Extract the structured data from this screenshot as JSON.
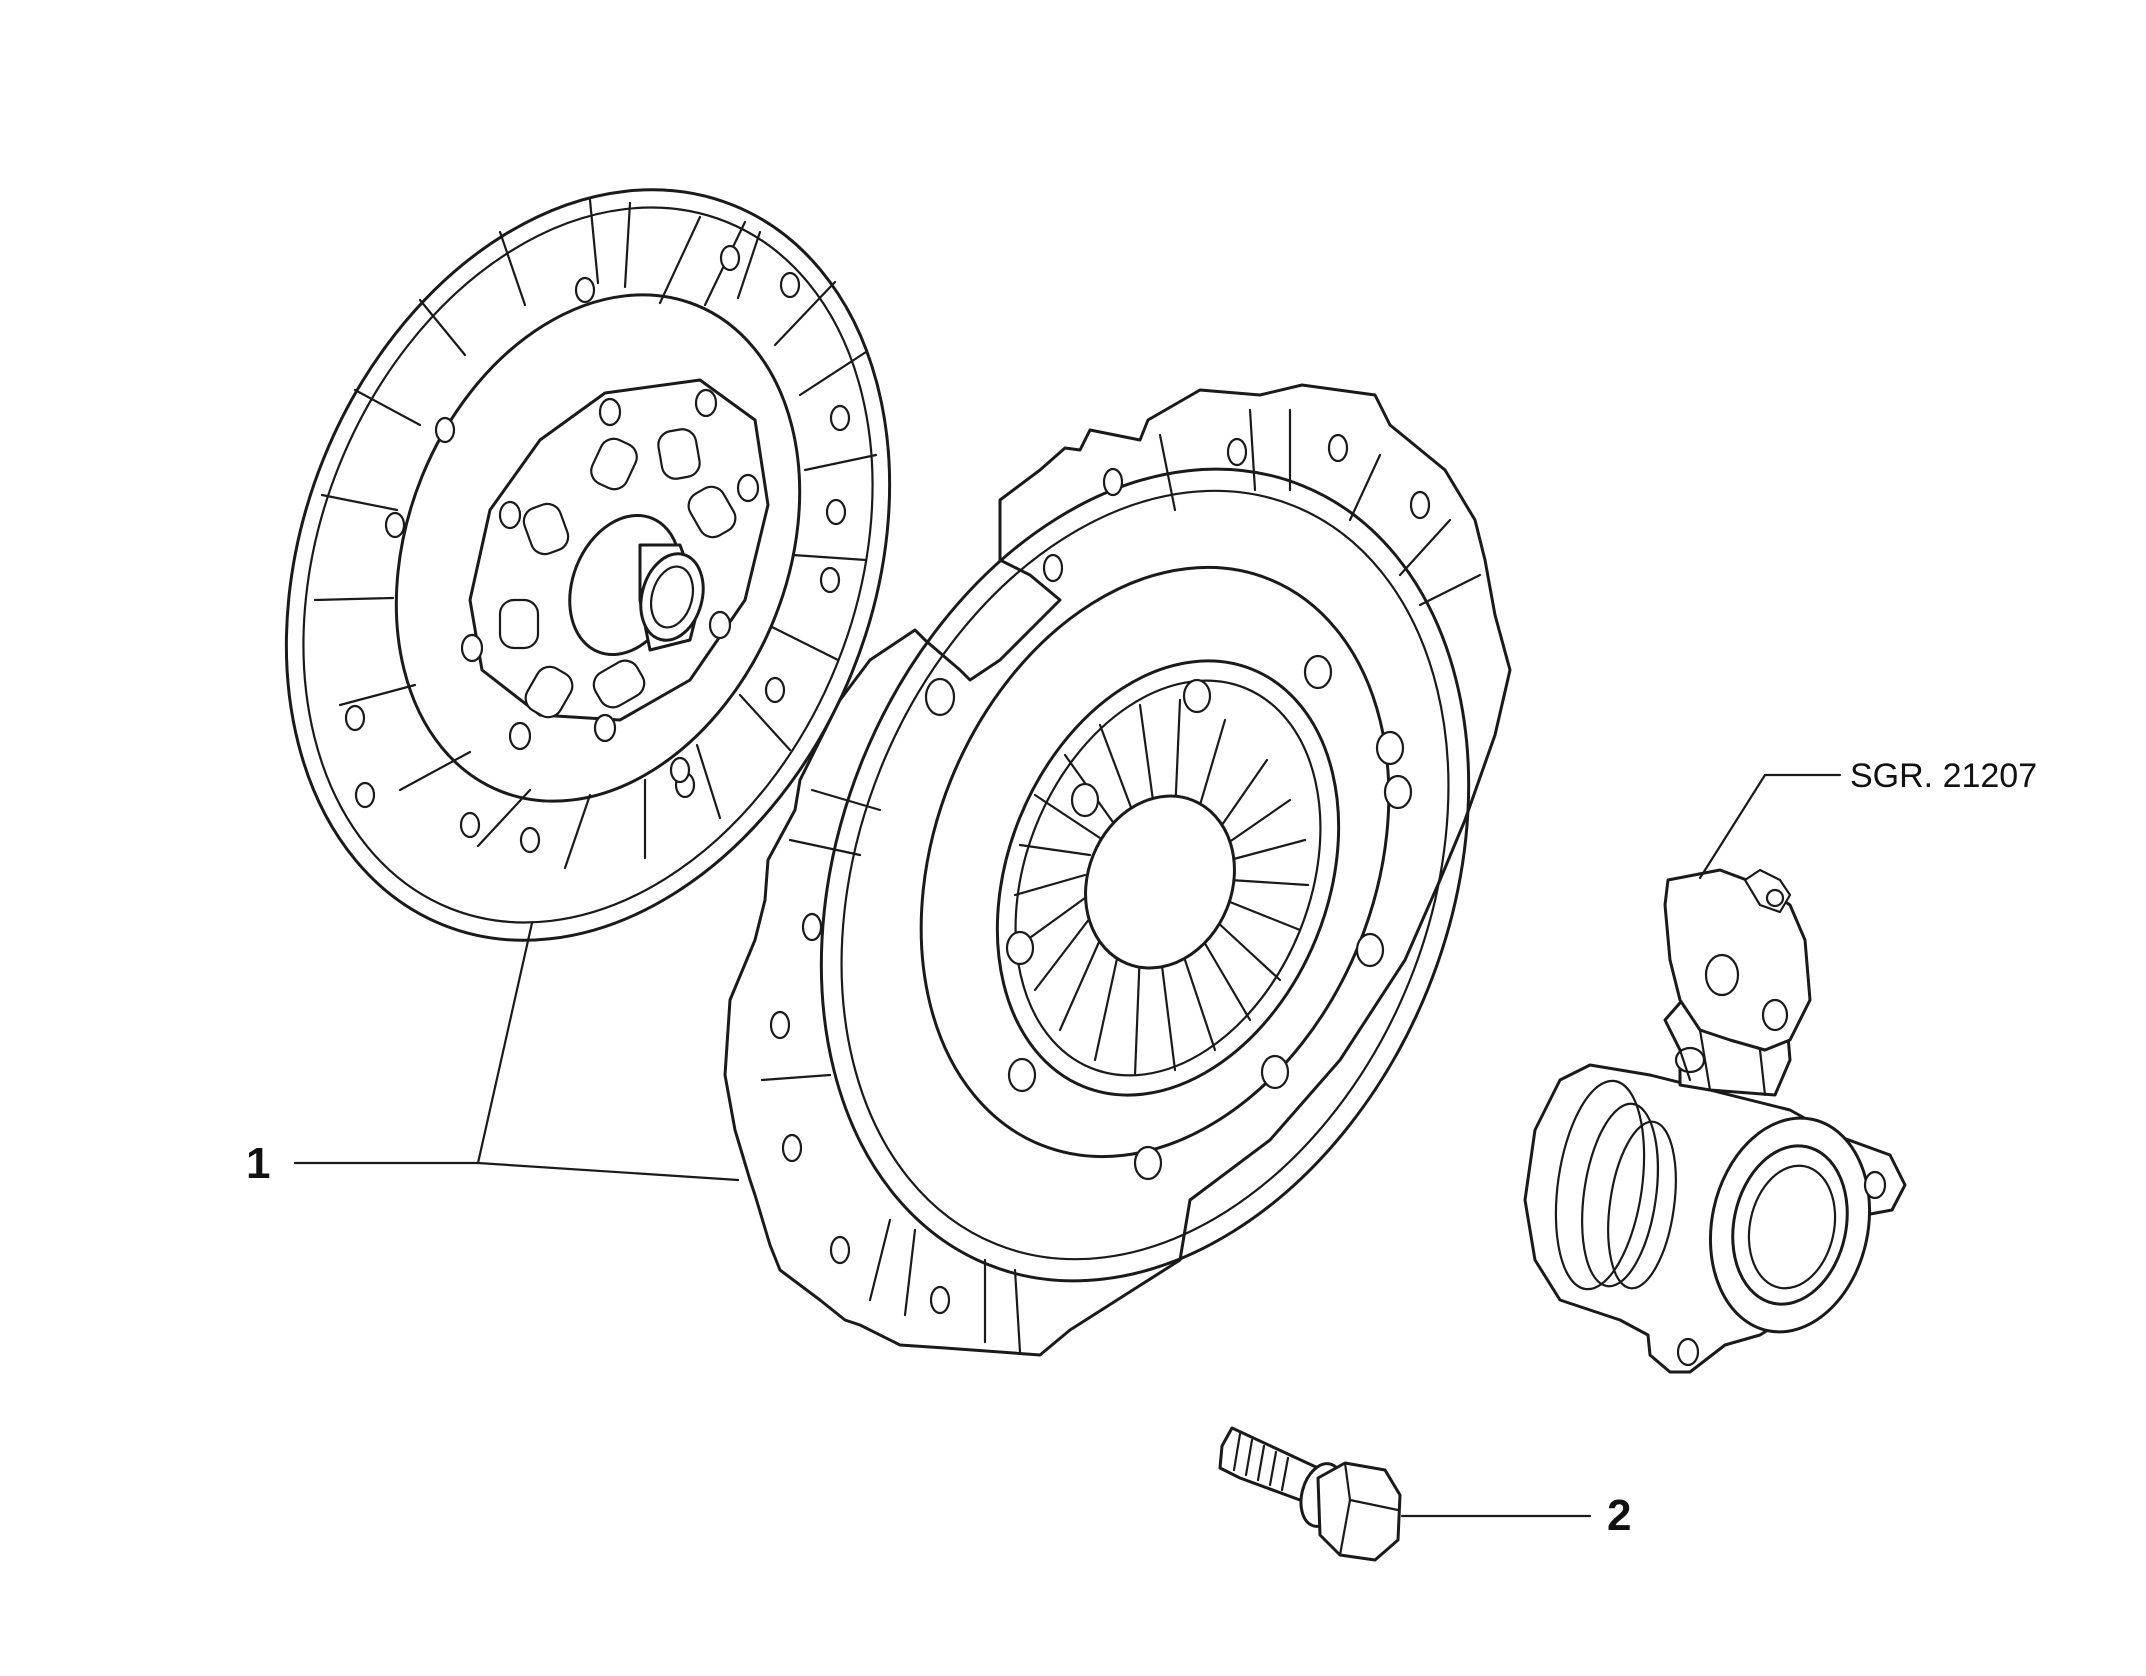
{
  "callouts": [
    {
      "number": "1"
    },
    {
      "number": "2"
    }
  ],
  "reference": {
    "label": "SGR. 21207"
  }
}
